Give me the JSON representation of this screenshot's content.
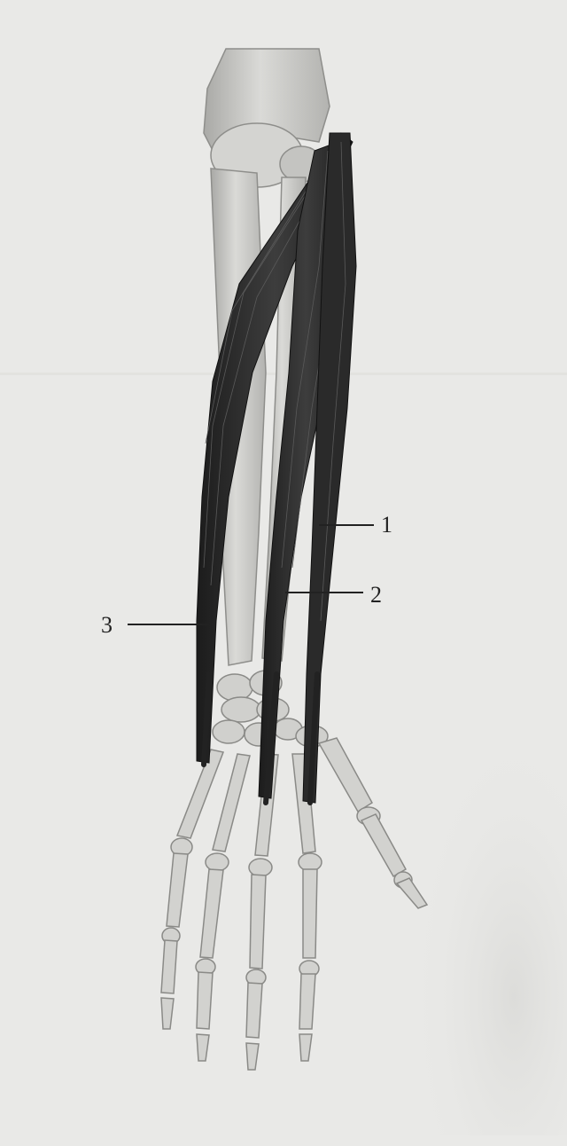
{
  "figure": {
    "labels": {
      "label_1": "1",
      "label_2": "2",
      "label_3": "3"
    }
  },
  "colors": {
    "background": "#e9e9e7",
    "bone": "#c9c9c6",
    "muscle": "#2a2a2a",
    "leader_line": "#222222"
  }
}
